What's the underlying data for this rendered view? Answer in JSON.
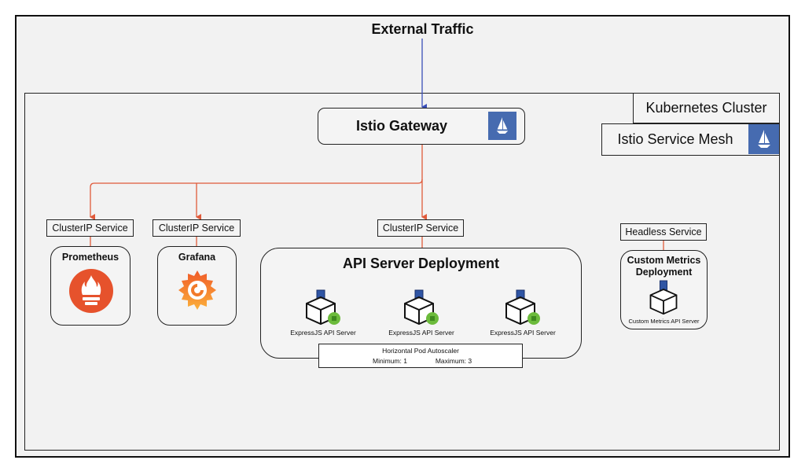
{
  "external_traffic": "External Traffic",
  "kubernetes_cluster": "Kubernetes Cluster",
  "istio_service_mesh": "Istio Service Mesh",
  "istio_gateway": "Istio Gateway",
  "services": {
    "prometheus_service": "ClusterIP Service",
    "grafana_service": "ClusterIP Service",
    "api_service": "ClusterIP Service",
    "headless_service": "Headless Service"
  },
  "prometheus": "Prometheus",
  "grafana": "Grafana",
  "api_deployment": {
    "title": "API Server Deployment",
    "pods": [
      "ExpressJS API Server",
      "ExpressJS API Server",
      "ExpressJS API Server"
    ]
  },
  "hpa": {
    "title": "Horizontal Pod Autoscaler",
    "minimum": "Minimum: 1",
    "maximum": "Maximum: 3"
  },
  "custom_metrics": {
    "title_line1": "Custom Metrics",
    "title_line2": "Deployment",
    "pod": "Custom Metrics API Server"
  },
  "colors": {
    "ingress_arrow": "#3a4fb8",
    "route_arrows": "#e05a3a",
    "istio_blue": "#466bb0",
    "prometheus_red": "#e6522c",
    "grafana_orange": "#f27a2a",
    "cube_blue": "#2f55a4",
    "node_green": "#6cbb3c"
  }
}
